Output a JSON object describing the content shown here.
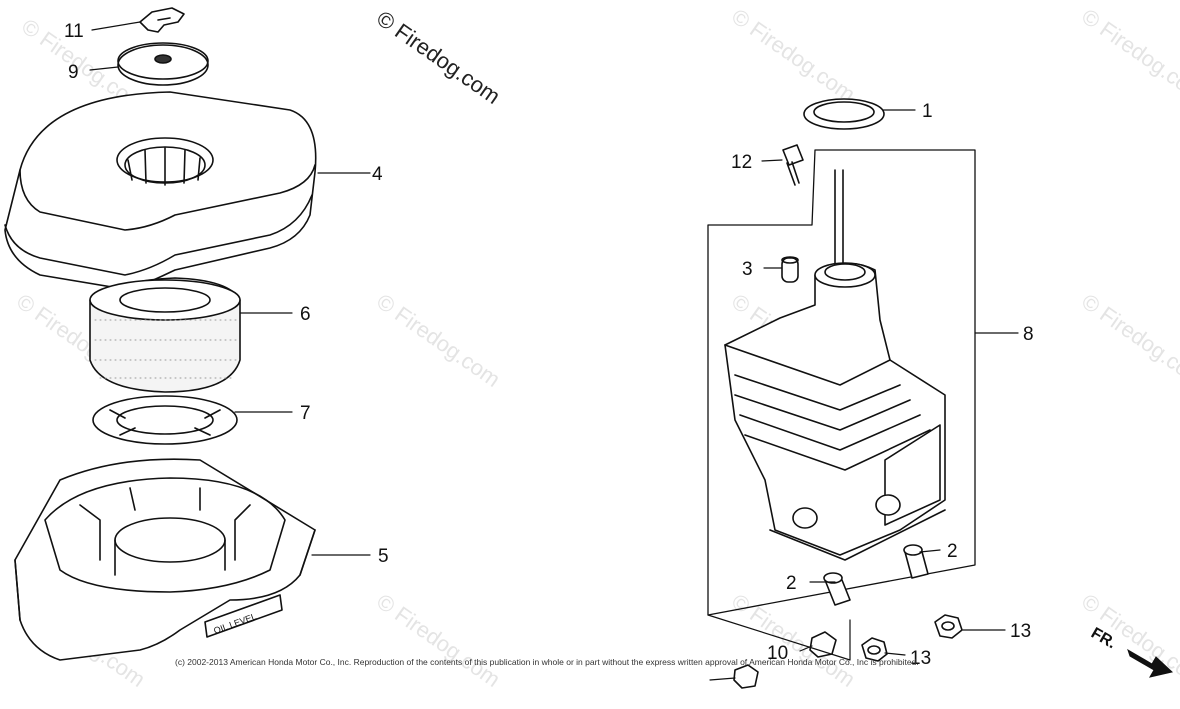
{
  "watermark_text": "© Firedog.com",
  "copyright": "(c) 2002-2013 American Honda Motor Co., Inc. Reproduction of the contents of this publication in whole or in part without the express written approval of American Honda Motor Co., Inc is prohibited.",
  "direction_marker": "FR.",
  "embossed_text": "OIL LEVEL",
  "callouts": [
    "11",
    "9",
    "4",
    "6",
    "7",
    "5",
    "1",
    "12",
    "3",
    "8",
    "2",
    "2",
    "13",
    "10",
    "13"
  ],
  "colors": {
    "line": "#111111",
    "watermark": "#e4e4e4",
    "background": "#ffffff"
  }
}
